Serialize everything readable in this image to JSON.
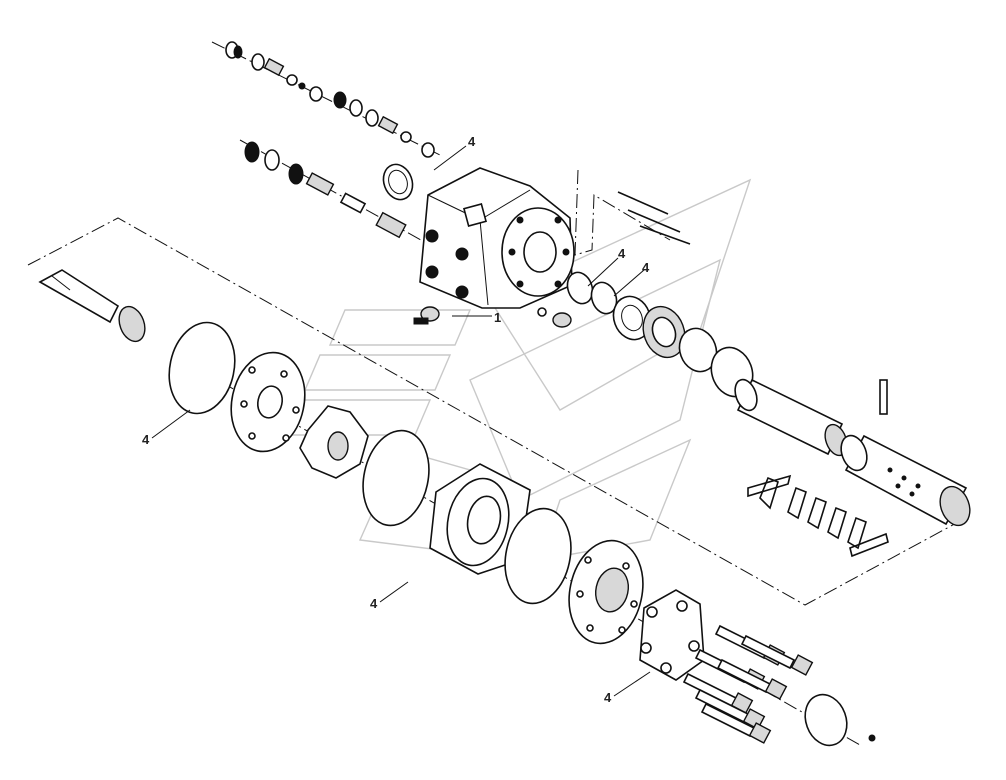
{
  "diagram": {
    "callouts": [
      {
        "id": "c1",
        "label": "4"
      },
      {
        "id": "c2",
        "label": "4"
      },
      {
        "id": "c3",
        "label": "4"
      },
      {
        "id": "c4",
        "label": "1"
      },
      {
        "id": "c5",
        "label": "4"
      },
      {
        "id": "c6",
        "label": "4"
      },
      {
        "id": "c7",
        "label": "4"
      }
    ]
  }
}
